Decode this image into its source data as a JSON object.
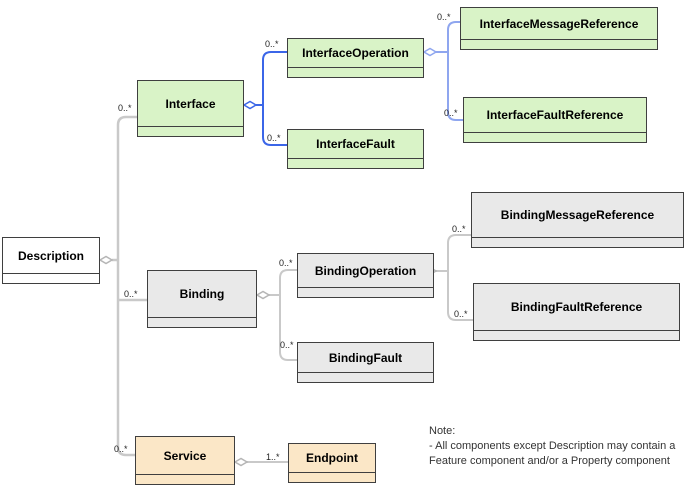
{
  "nodes": {
    "description": {
      "label": "Description"
    },
    "interface": {
      "label": "Interface"
    },
    "interface_operation": {
      "label": "InterfaceOperation"
    },
    "interface_fault": {
      "label": "InterfaceFault"
    },
    "interface_message_reference": {
      "label": "InterfaceMessageReference"
    },
    "interface_fault_reference": {
      "label": "InterfaceFaultReference"
    },
    "binding": {
      "label": "Binding"
    },
    "binding_operation": {
      "label": "BindingOperation"
    },
    "binding_fault": {
      "label": "BindingFault"
    },
    "binding_message_reference": {
      "label": "BindingMessageReference"
    },
    "binding_fault_reference": {
      "label": "BindingFaultReference"
    },
    "service": {
      "label": "Service"
    },
    "endpoint": {
      "label": "Endpoint"
    }
  },
  "multiplicities": {
    "description_interface": "0..*",
    "description_binding": "0..*",
    "description_service": "0..*",
    "interface_operation": "0..*",
    "interface_fault": "0..*",
    "operation_message_reference": "0..*",
    "operation_fault_reference": "0..*",
    "binding_operation": "0..*",
    "binding_fault": "0..*",
    "binding_message_reference": "0..*",
    "binding_fault_reference": "0..*",
    "service_endpoint": "1..*"
  },
  "note": {
    "title": "Note:",
    "line1": "- All components except Description may contain a",
    "line2": "Feature component and/or a Property component"
  },
  "colors": {
    "interface_cluster_fill": "#d9f3c7",
    "binding_cluster_fill": "#e9e9e9",
    "service_cluster_fill": "#fbe7c7",
    "description_fill": "#ffffff",
    "box_border": "#3f3f3f",
    "connector_gray": "#c9c9c9",
    "connector_blue": "#3b66e8",
    "connector_light_blue": "#8fa6ef"
  }
}
